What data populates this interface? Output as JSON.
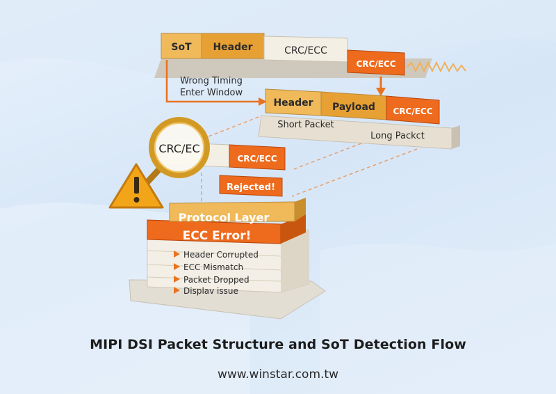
{
  "colors": {
    "orange": "#ee6a1c",
    "tan": "#f0b95a",
    "cream": "#f4efe4",
    "warning": "#f2a518",
    "text_dark": "#222222"
  },
  "top_packet": {
    "sot": "SoT",
    "header": "Header",
    "crc1": "CRC/ECC",
    "crc2": "CRC/ECC"
  },
  "timing_note": {
    "line1": "Wrong Timing",
    "line2": "Enter Window"
  },
  "mid_packet": {
    "header": "Header",
    "payload": "Payload",
    "crc": "CRC/ECC",
    "short_label": "Short Packet",
    "long_label": "Long Packct"
  },
  "inspect": {
    "magnified": "CRC/EC",
    "crc": "CRC/ECC",
    "rejected": "Rejected!",
    "icons": [
      "magnifier-icon",
      "warning-icon"
    ]
  },
  "stack": {
    "protocol": "Protocol Layer",
    "error": "ECC Error!",
    "items": [
      "Header Corrupted",
      "ECC Mismatch",
      "Packet Dropped",
      "Displav issue"
    ]
  },
  "footer": {
    "title": "MIPI DSI Packet Structure and SoT Detection Flow",
    "url": "www.winstar.com.tw"
  }
}
